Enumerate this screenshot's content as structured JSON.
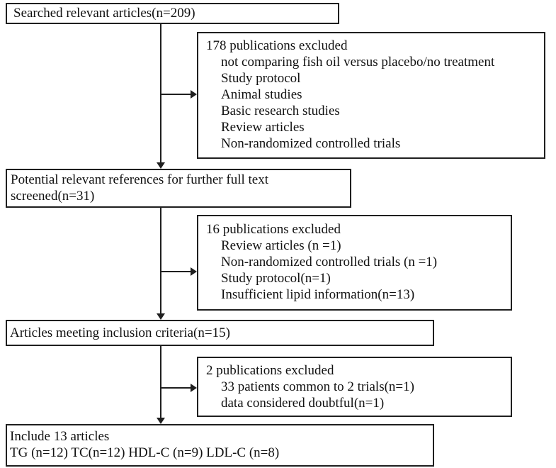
{
  "diagram": {
    "searched": {
      "line1": "Searched relevant articles(n=209)"
    },
    "excluded1": {
      "title": "178 publications excluded",
      "items": [
        "not comparing fish oil versus placebo/no treatment",
        "Study protocol",
        "Animal studies",
        "Basic research studies",
        "Review articles",
        "Non-randomized controlled trials"
      ]
    },
    "fulltext": {
      "line1": "Potential relevant references for further full text",
      "line2": "screened(n=31)"
    },
    "excluded2": {
      "title": "16 publications excluded",
      "items": [
        "Review articles (n =1)",
        "Non-randomized controlled trials (n =1)",
        "Study protocol(n=1)",
        "Insufficient lipid information(n=13)"
      ]
    },
    "inclusion": {
      "line1": "Articles meeting inclusion criteria(n=15)"
    },
    "excluded3": {
      "title": "2 publications excluded",
      "items": [
        "33 patients common to 2 trials(n=1)",
        "data considered doubtful(n=1)"
      ]
    },
    "included": {
      "line1": "Include 13 articles",
      "line2": "TG (n=12) TC(n=12) HDL-C (n=9) LDL-C (n=8)"
    }
  },
  "colors": {
    "border": "#1f1f1f",
    "text": "#111111",
    "background": "#ffffff"
  }
}
